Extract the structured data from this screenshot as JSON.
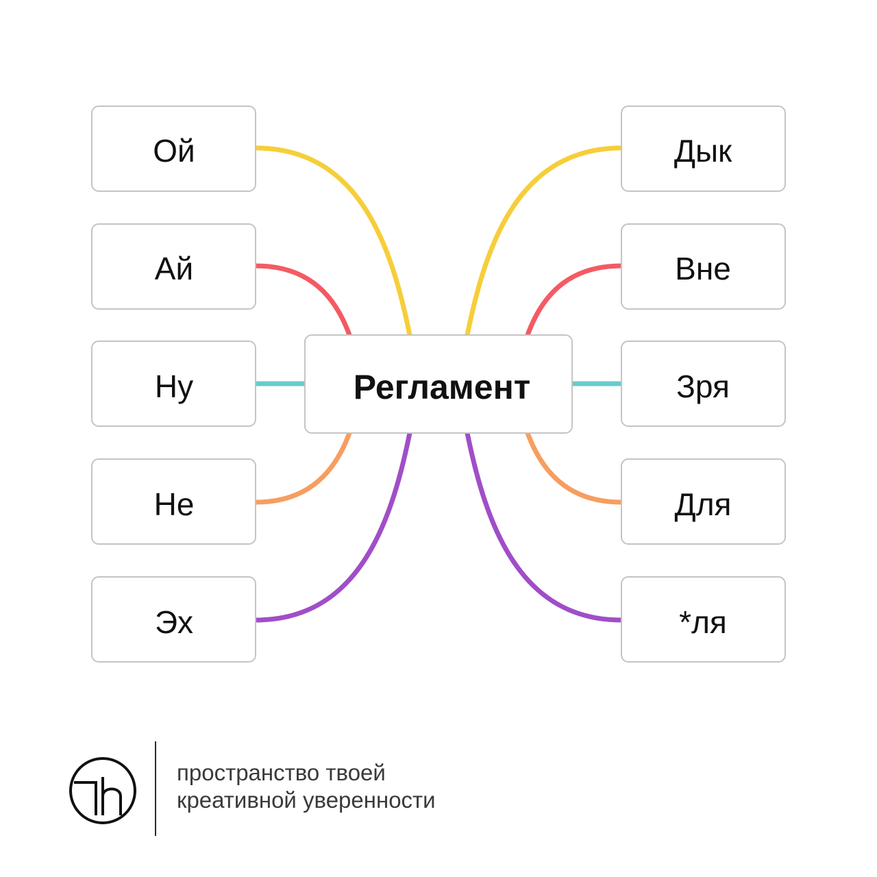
{
  "center": {
    "label": "Регламент"
  },
  "left_nodes": [
    {
      "label": "Ой",
      "color": "#F6CE3A"
    },
    {
      "label": "Ай",
      "color": "#F45A64"
    },
    {
      "label": "Ну",
      "color": "#66CCCB"
    },
    {
      "label": "Не",
      "color": "#F69E60"
    },
    {
      "label": "Эх",
      "color": "#A04EC8"
    }
  ],
  "right_nodes": [
    {
      "label": "Дык",
      "color": "#F6CE3A"
    },
    {
      "label": "Вне",
      "color": "#F45A64"
    },
    {
      "label": "Зря",
      "color": "#66CCCB"
    },
    {
      "label": "Для",
      "color": "#F69E60"
    },
    {
      "label": "*ля",
      "color": "#A04EC8"
    }
  ],
  "footer": {
    "logo_icon": "circle-h-logo-icon",
    "tagline_line1": "пространство твоей",
    "tagline_line2": "креативной уверенности"
  }
}
